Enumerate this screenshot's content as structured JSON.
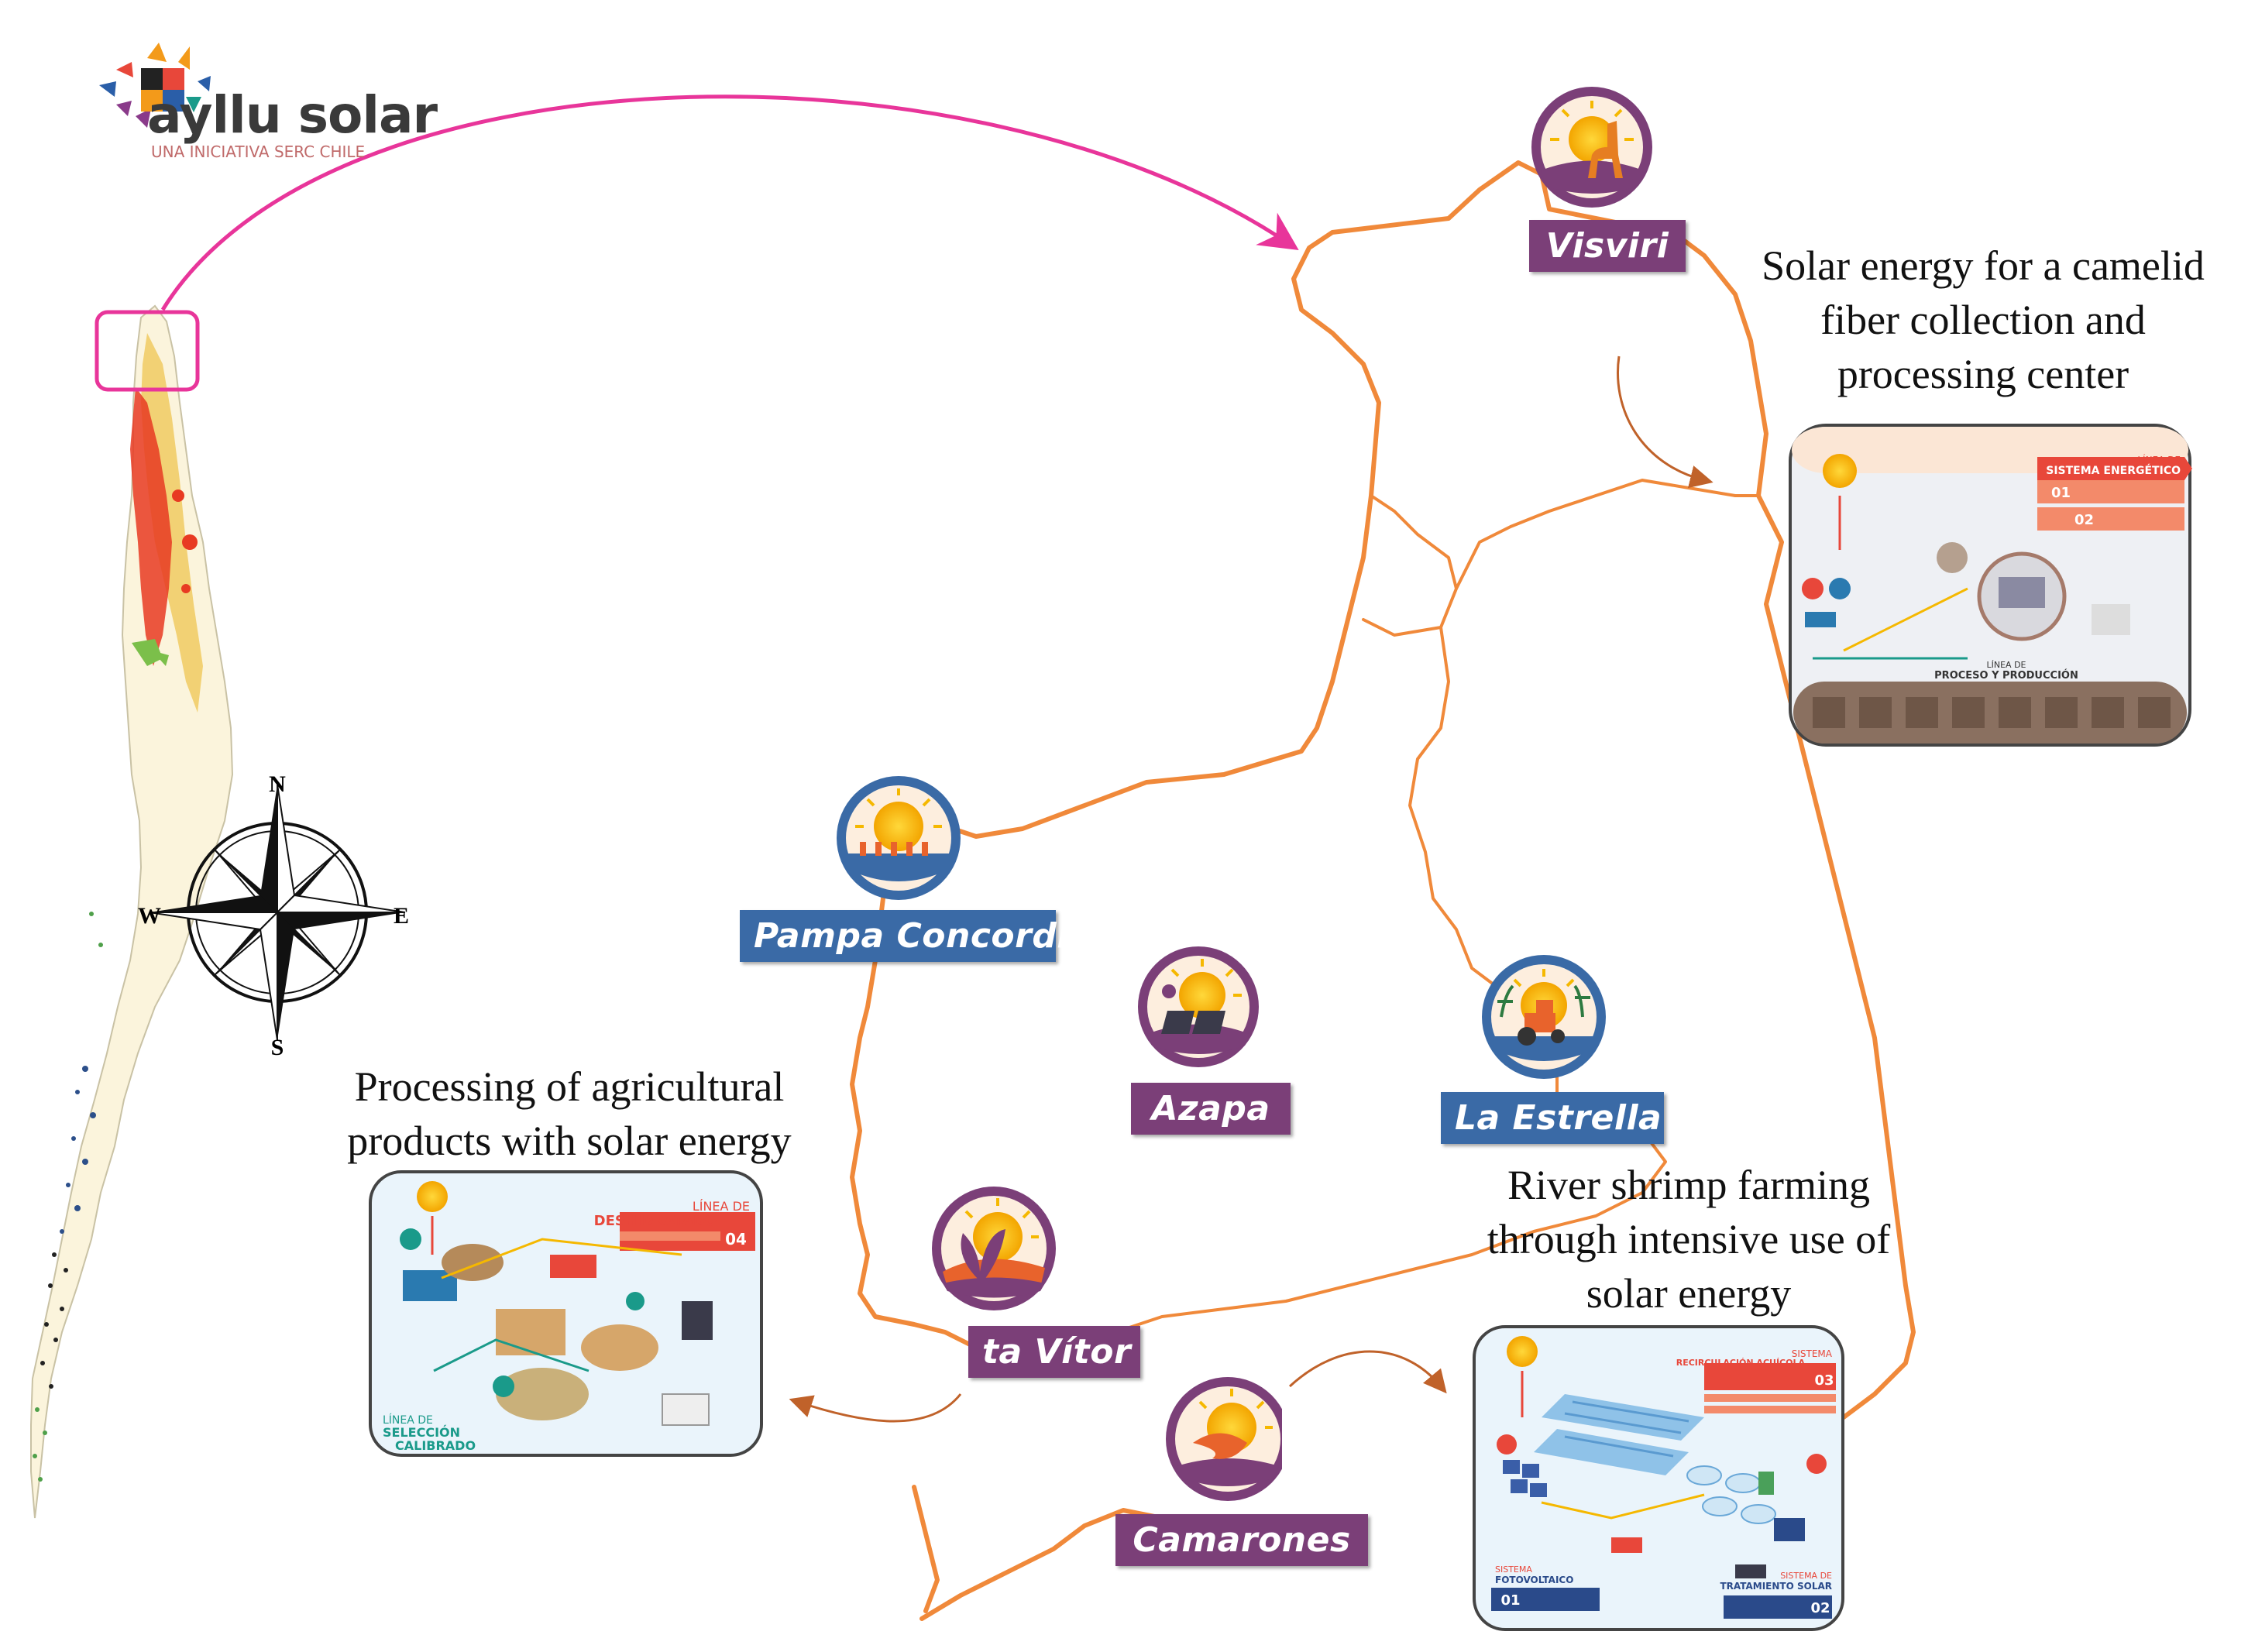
{
  "brand": {
    "name": "ayllu solar",
    "tagline": "UNA INICIATIVA SERC CHILE"
  },
  "compass": {
    "n": "N",
    "s": "S",
    "e": "E",
    "w": "W"
  },
  "locations": [
    {
      "id": "visviri",
      "label": "Visviri",
      "style": "purple",
      "icon": "sun-llama-icon"
    },
    {
      "id": "pampa",
      "label": "Pampa Concordia",
      "style": "blue",
      "icon": "sun-field-icon"
    },
    {
      "id": "azapa",
      "label": "Azapa",
      "style": "purple",
      "icon": "sun-panels-icon"
    },
    {
      "id": "estrella",
      "label": "La Estrella",
      "style": "blue",
      "icon": "sun-tractor-icon"
    },
    {
      "id": "vitor",
      "label": "ta Vítor",
      "style": "purple",
      "icon": "sun-plant-icon"
    },
    {
      "id": "camarones",
      "label": "Camarones",
      "style": "purple",
      "icon": "sun-shrimp-icon"
    }
  ],
  "captions": {
    "camelid": [
      "Solar energy for a camelid",
      "fiber collection and",
      "processing center"
    ],
    "agri": [
      "Processing of agricultural",
      "products with solar energy"
    ],
    "shrimp": [
      "River shrimp farming",
      "through intensive use of",
      "solar energy"
    ]
  },
  "infographics": {
    "camelid": {
      "top_title": "LÍNEA DE",
      "top_title2": "SISTEMA ENERGÉTICO",
      "step1": "01",
      "step2": "02",
      "bottom_title": "LÍNEA DE",
      "bottom_title2": "PROCESO Y PRODUCCIÓN"
    },
    "agri": {
      "top_title": "LÍNEA DE",
      "top_title2": "DESHIDRATADO",
      "step": "04",
      "bottom_title": "LÍNEA DE",
      "bottom_title2": "SELECCIÓN",
      "bottom_title3": "CALIBRADO"
    },
    "shrimp": {
      "top_title": "SISTEMA",
      "top_title2": "RECIRCULACIÓN ACUÍCOLA",
      "step3": "03",
      "left_title": "SISTEMA",
      "left_title2": "FOTOVOLTAICO",
      "step1": "01",
      "right_title": "SISTEMA DE",
      "right_title2": "TRATAMIENTO SOLAR",
      "step2": "02"
    }
  },
  "colors": {
    "boundary": "#f0893a",
    "arrow_pink": "#e8359a",
    "arrow_brown": "#c0622a",
    "label_purple": "#7b3f78",
    "label_blue": "#3a6aa6",
    "sun": "#f5b800",
    "infographic_red": "#e8473a",
    "infographic_teal": "#1a9a8a"
  }
}
